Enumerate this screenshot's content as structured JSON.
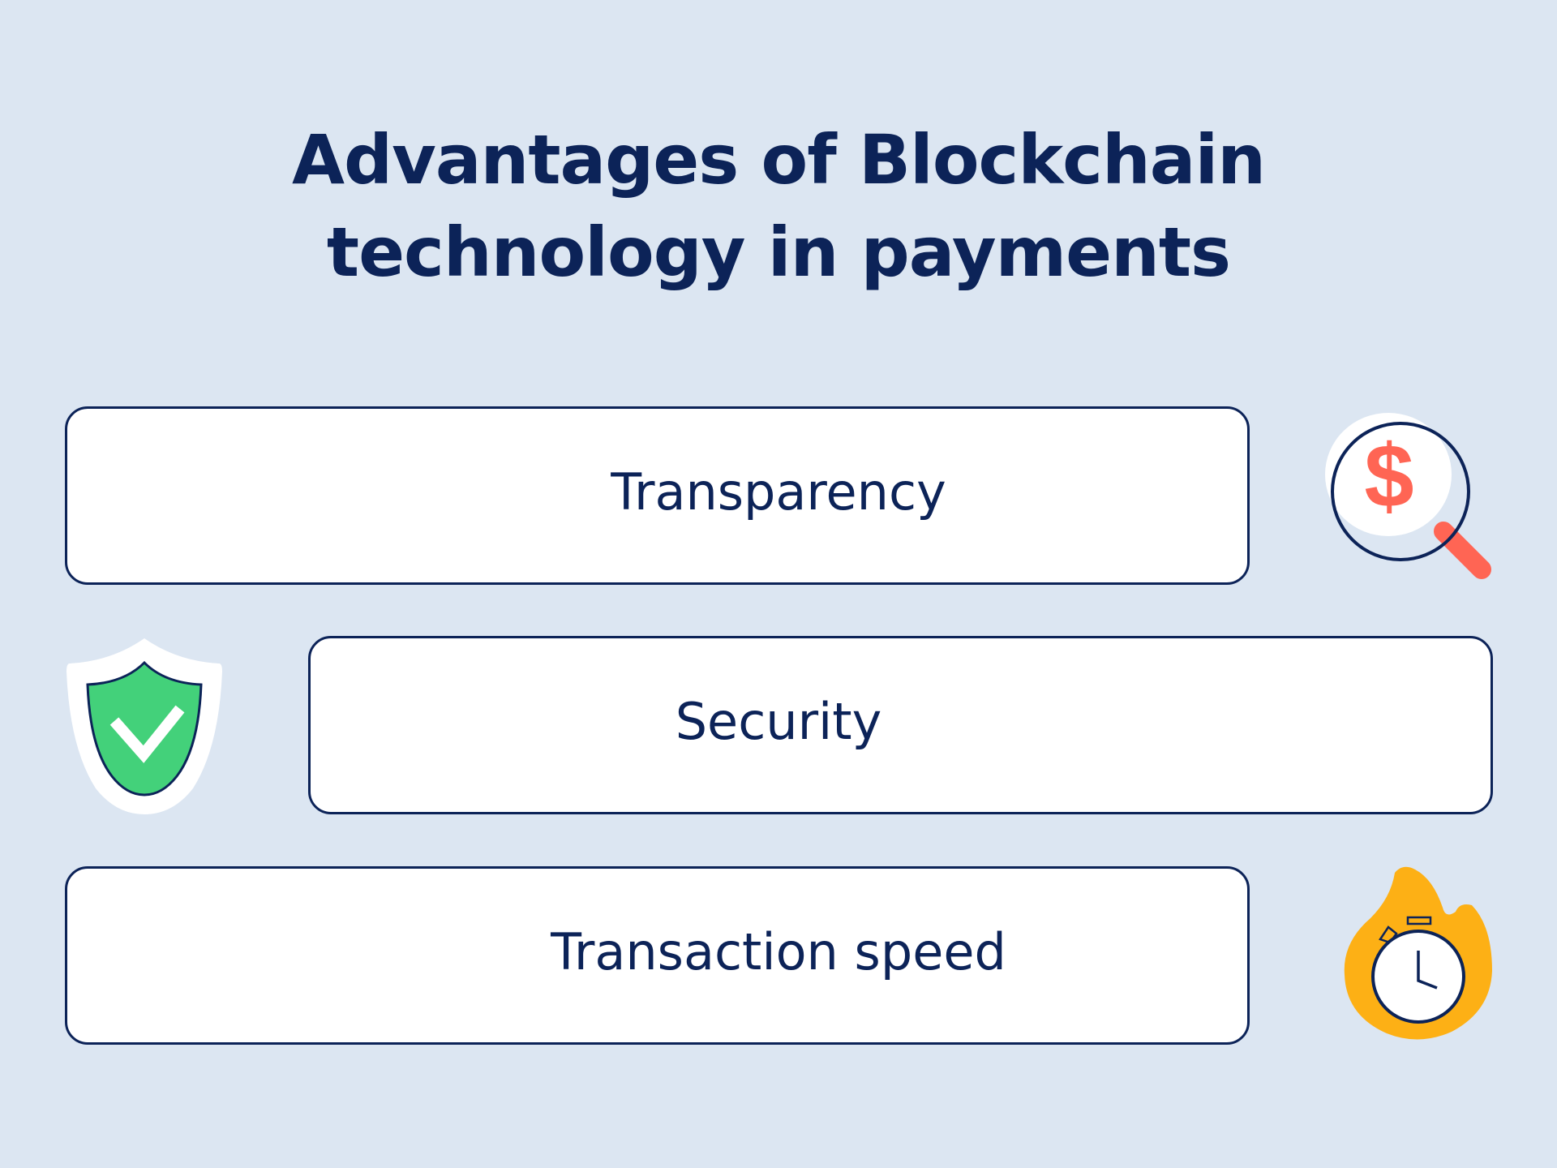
{
  "title": {
    "line1": "Advantages of Blockchain",
    "line2": "technology in payments"
  },
  "items": [
    {
      "label": "Transparency",
      "icon": "magnifier-dollar-icon"
    },
    {
      "label": "Security",
      "icon": "shield-check-icon"
    },
    {
      "label": "Transaction speed",
      "icon": "stopwatch-icon"
    }
  ],
  "colors": {
    "background": "#dce6f2",
    "navy": "#0c2358",
    "coral": "#ff6554",
    "green": "#43d17a",
    "amber": "#fdb015"
  }
}
